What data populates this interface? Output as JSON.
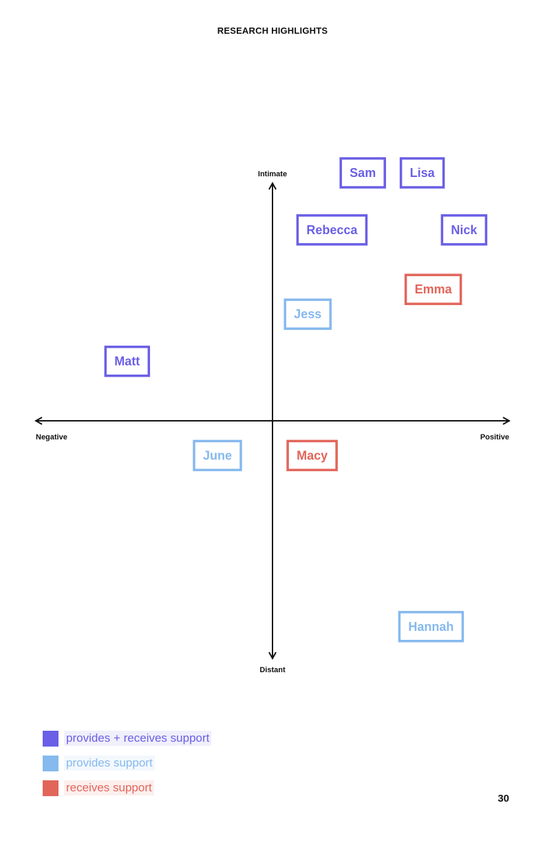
{
  "page": {
    "header": "RESEARCH HIGHLIGHTS",
    "page_number": "30"
  },
  "colors": {
    "both": "#6a5fe6",
    "provides": "#86b9ee",
    "receives": "#e2655a"
  },
  "chart_data": {
    "type": "scatter",
    "axes": {
      "top": "Intimate",
      "bottom": "Distant",
      "left": "Negative",
      "right": "Positive"
    },
    "xlim": [
      -1,
      1
    ],
    "ylim": [
      -1,
      1
    ],
    "grid": false,
    "legend_position": "bottom-left",
    "legend": [
      {
        "key": "both",
        "label": "provides + receives support"
      },
      {
        "key": "provides",
        "label": "provides support"
      },
      {
        "key": "receives",
        "label": "receives support"
      }
    ],
    "points": [
      {
        "name": "Sam",
        "x": 0.41,
        "y": 1.0,
        "category": "both"
      },
      {
        "name": "Lisa",
        "x": 0.68,
        "y": 1.0,
        "category": "both"
      },
      {
        "name": "Rebecca",
        "x": 0.27,
        "y": 0.77,
        "category": "both"
      },
      {
        "name": "Nick",
        "x": 0.87,
        "y": 0.77,
        "category": "both"
      },
      {
        "name": "Emma",
        "x": 0.73,
        "y": 0.53,
        "category": "receives"
      },
      {
        "name": "Jess",
        "x": 0.16,
        "y": 0.43,
        "category": "provides"
      },
      {
        "name": "Matt",
        "x": -0.66,
        "y": 0.24,
        "category": "both"
      },
      {
        "name": "June",
        "x": -0.25,
        "y": -0.14,
        "category": "provides"
      },
      {
        "name": "Macy",
        "x": 0.18,
        "y": -0.14,
        "category": "receives"
      },
      {
        "name": "Hannah",
        "x": 0.72,
        "y": -0.83,
        "category": "provides"
      }
    ]
  }
}
